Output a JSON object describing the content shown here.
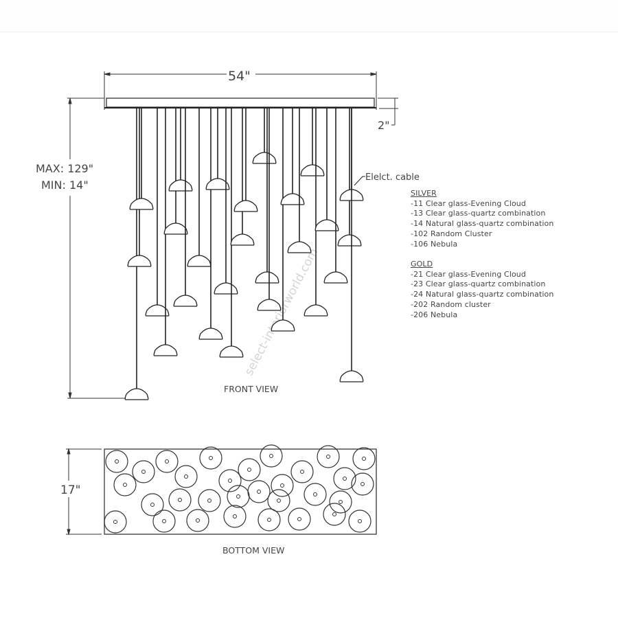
{
  "front_view": {
    "title": "FRONT VIEW",
    "width_label": "54\"",
    "canopy_height_label": "2\"",
    "height_max_label": "MAX: 129\"",
    "height_min_label": "MIN: 14\"",
    "cable_callout": "Elelct. cable"
  },
  "bottom_view": {
    "title": "BOTTOM VIEW",
    "depth_label": "17\""
  },
  "legend": {
    "groups": [
      {
        "heading": "SILVER",
        "items": [
          "-11 Clear glass-Evening Cloud",
          "-13 Clear glass-quartz combination",
          "-14 Natural glass-quartz combination",
          "-102 Random Cluster",
          "-106 Nebula"
        ]
      },
      {
        "heading": "GOLD",
        "items": [
          "-21 Clear glass-Evening Cloud",
          "-23 Clear glass-quartz combination",
          "-24 Natural glass-quartz combination",
          "-202 Random cluster",
          "-206 Nebula"
        ]
      }
    ]
  },
  "watermark": "select-interiorworld.com",
  "colors": {
    "line": "#222222",
    "text": "#444444",
    "watermark": "#d8d8d8"
  }
}
